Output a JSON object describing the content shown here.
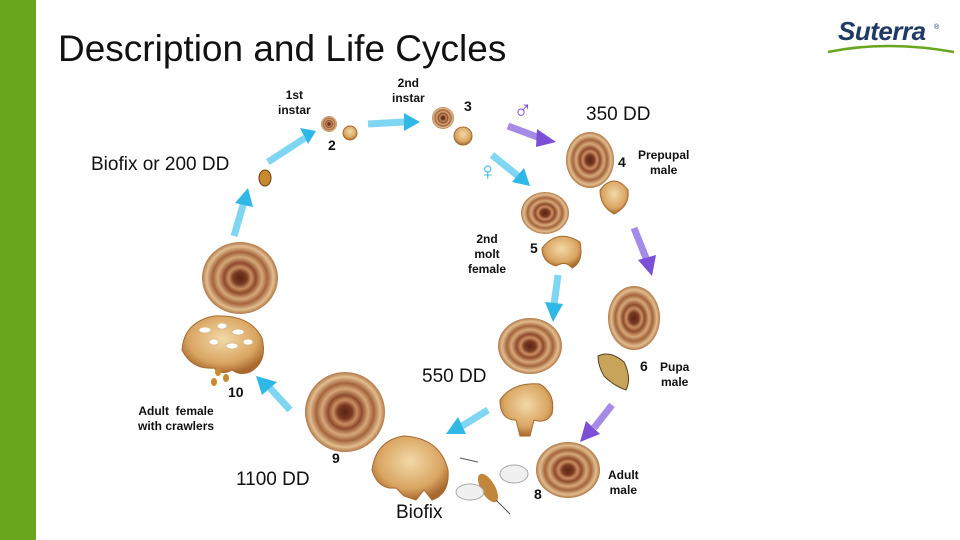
{
  "title": "Description and Life Cycles",
  "logo": {
    "text": "Suterra",
    "mark": "®"
  },
  "colors": {
    "sidebar": "#6aa51e",
    "arrow_cyan": "#2fb8e6",
    "arrow_purple": "#7b4fd6",
    "male_symbol": "#7b4fd6",
    "female_symbol": "#2fb8e6"
  },
  "degree_days": {
    "biofix_200": "Biofix or 200 DD",
    "dd350": "350 DD",
    "dd550": "550 DD",
    "dd1100": "1100 DD",
    "biofix": "Biofix"
  },
  "stages": {
    "s1": "1st\ninstar",
    "s2": "2nd\ninstar",
    "s4": "Prepupal\nmale",
    "s5": "2nd\nmolt\nfemale",
    "s6": "Pupa\nmale",
    "s8": "Adult\nmale",
    "s10": "Adult  female\nwith crawlers"
  },
  "numbers": {
    "n2": "2",
    "n3": "3",
    "n4": "4",
    "n5": "5",
    "n6": "6",
    "n8": "8",
    "n9": "9",
    "n10": "10"
  },
  "symbols": {
    "male": "♂",
    "female": "♀"
  }
}
